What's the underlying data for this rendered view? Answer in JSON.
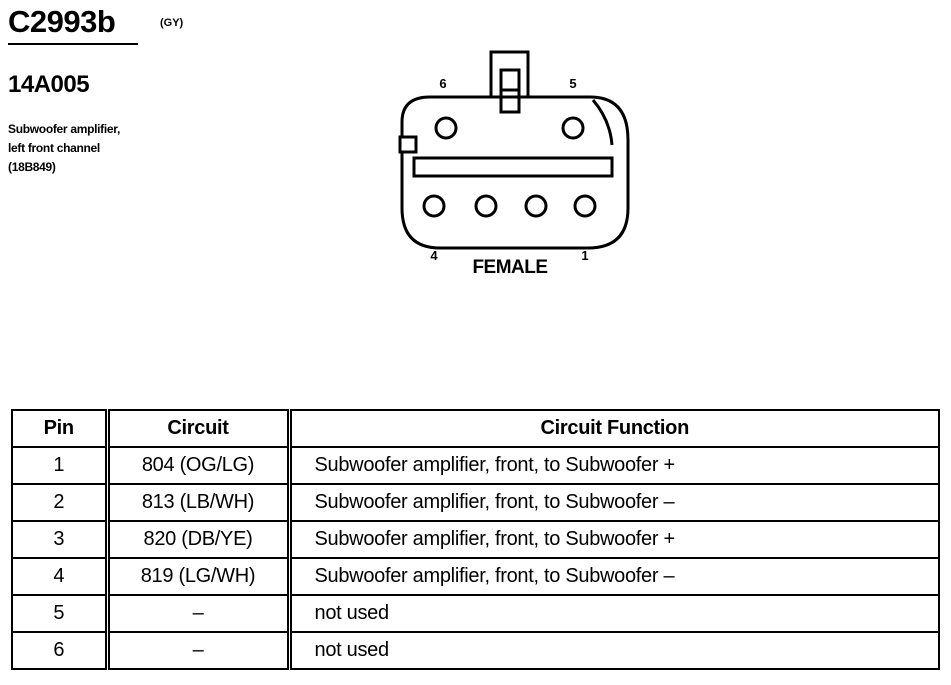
{
  "connector": {
    "id": "C2993b",
    "color_code": "(GY)",
    "component_number": "14A005",
    "description": [
      "Subwoofer amplifier,",
      "left front channel",
      "(18B849)"
    ],
    "gender": "FEMALE",
    "pin_labels": {
      "top_left": "6",
      "top_right": "5",
      "bottom_left": "4",
      "bottom_right": "1"
    }
  },
  "table": {
    "headers": {
      "pin": "Pin",
      "circuit": "Circuit",
      "function": "Circuit Function"
    },
    "rows": [
      {
        "pin": "1",
        "circuit": "804 (OG/LG)",
        "function": "Subwoofer amplifier, front, to Subwoofer +"
      },
      {
        "pin": "2",
        "circuit": "813 (LB/WH)",
        "function": "Subwoofer amplifier, front, to Subwoofer –"
      },
      {
        "pin": "3",
        "circuit": "820 (DB/YE)",
        "function": "Subwoofer amplifier, front, to Subwoofer +"
      },
      {
        "pin": "4",
        "circuit": "819 (LG/WH)",
        "function": "Subwoofer amplifier, front, to Subwoofer –"
      },
      {
        "pin": "5",
        "circuit": "–",
        "function": "not used"
      },
      {
        "pin": "6",
        "circuit": "–",
        "function": "not used"
      }
    ]
  }
}
